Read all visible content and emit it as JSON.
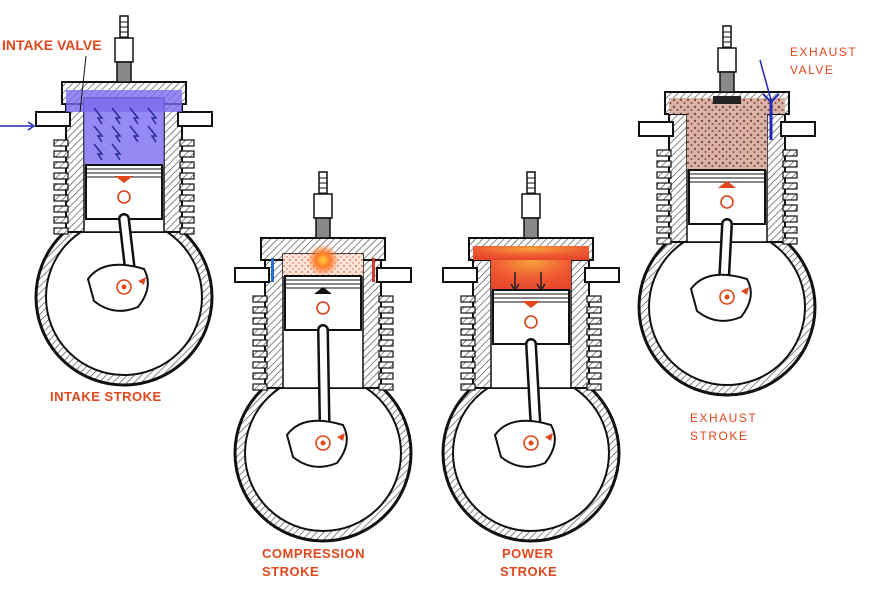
{
  "labels": {
    "intake_valve": "INTAKE VALVE",
    "exhaust_valve_1": "EXHAUST",
    "exhaust_valve_2": "VALVE",
    "intake_stroke": "INTAKE STROKE",
    "compression_1": "COMPRESSION",
    "compression_2": "STROKE",
    "power_1": "POWER",
    "power_2": "STROKE",
    "exhaust_stroke_1": "EXHAUST",
    "exhaust_stroke_2": "STROKE"
  },
  "colors": {
    "label": "#e2471c",
    "outline": "#111111",
    "intake_charge": "#7b6cf0",
    "compressed_charge": "#f3b9a2",
    "combustion": "#ef5a32",
    "exhaust_gas": "#b98a7a",
    "arrow_blue": "#1f2bb8",
    "arrow_red": "#e2471c"
  },
  "icons": [
    "spark-plug-icon",
    "piston-icon",
    "crankshaft-icon",
    "connecting-rod-icon"
  ]
}
